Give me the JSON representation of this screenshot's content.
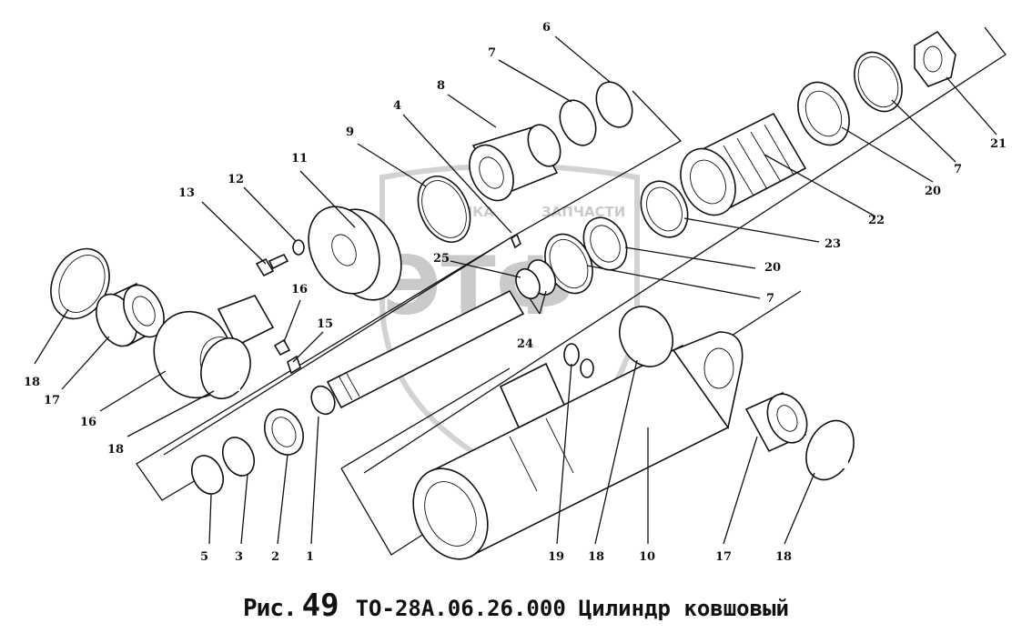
{
  "figure": {
    "caption_prefix": "Рис.",
    "caption_number": "49",
    "caption_code": "ТО-28А.06.26.000",
    "caption_title": "Цилиндр ковшовый"
  },
  "watermark": {
    "top_text": "ТЕХНИКА",
    "top_text_right": "ЗАПЧАСТИ",
    "logo_letters": "ЭТФ"
  },
  "callouts": [
    "1",
    "2",
    "3",
    "4",
    "5",
    "6",
    "7",
    "8",
    "9",
    "10",
    "11",
    "12",
    "13",
    "15",
    "16",
    "17",
    "18",
    "19",
    "20",
    "21",
    "22",
    "23",
    "24",
    "25"
  ],
  "colors": {
    "ink": "#111111",
    "paper": "#ffffff",
    "watermark": "#c8c8c8"
  }
}
